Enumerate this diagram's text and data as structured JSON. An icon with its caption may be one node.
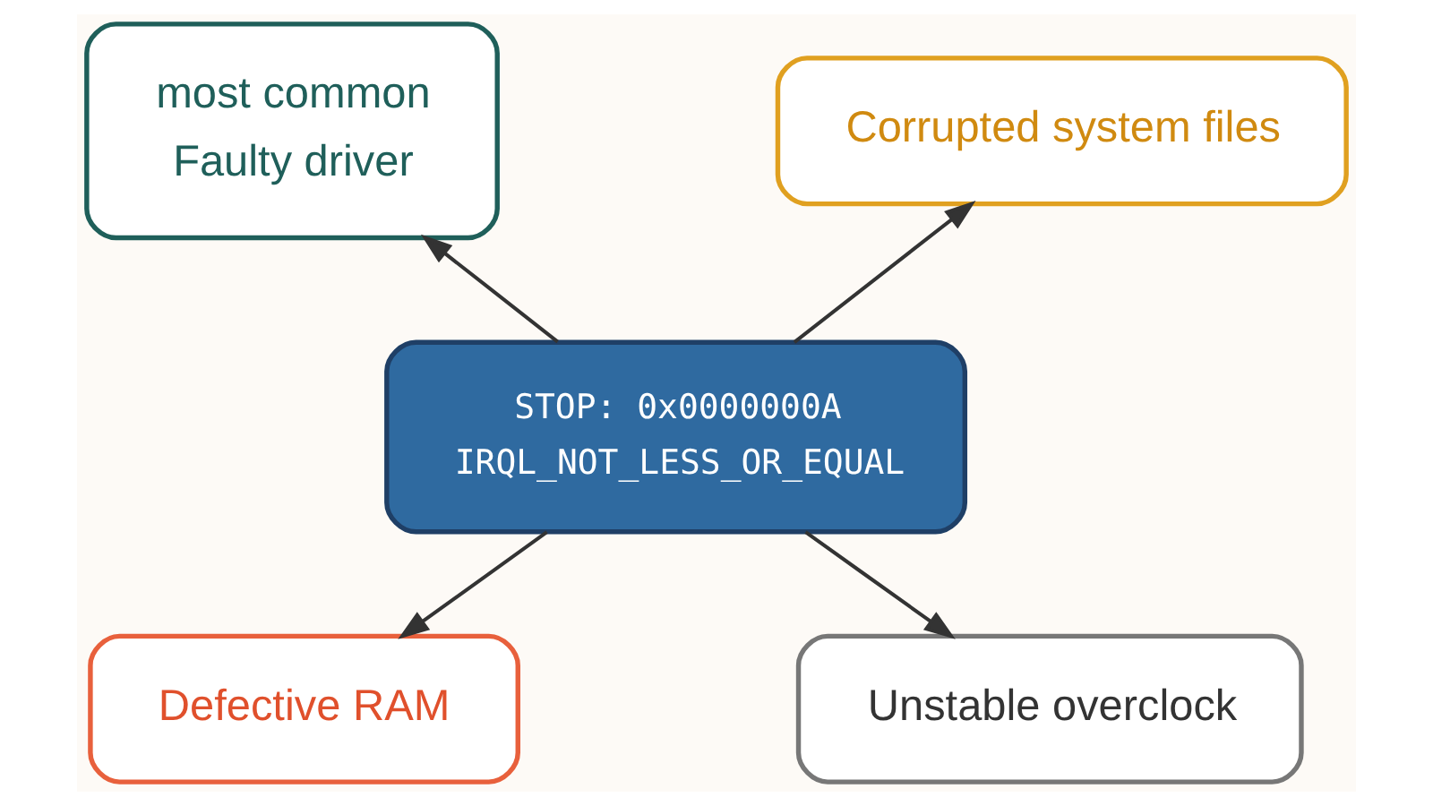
{
  "diagram": {
    "nodes": [
      {
        "text": [
          "STOP: 0x0000000A",
          "IRQL_NOT_LESS_OR_EQUAL"
        ]
      },
      {
        "text": [
          "most common",
          "Faulty driver"
        ]
      },
      {
        "text": [
          "Corrupted system files"
        ]
      },
      {
        "text": [
          "Defective RAM"
        ]
      },
      {
        "text": [
          "Unstable overclock"
        ]
      }
    ],
    "edges": [
      {
        "from": 0,
        "to": 1,
        "arrow": "to"
      },
      {
        "from": 0,
        "to": 2,
        "arrow": "to"
      },
      {
        "from": 0,
        "to": 3,
        "arrow": "to"
      },
      {
        "from": 0,
        "to": 4,
        "arrow": "to"
      }
    ]
  }
}
